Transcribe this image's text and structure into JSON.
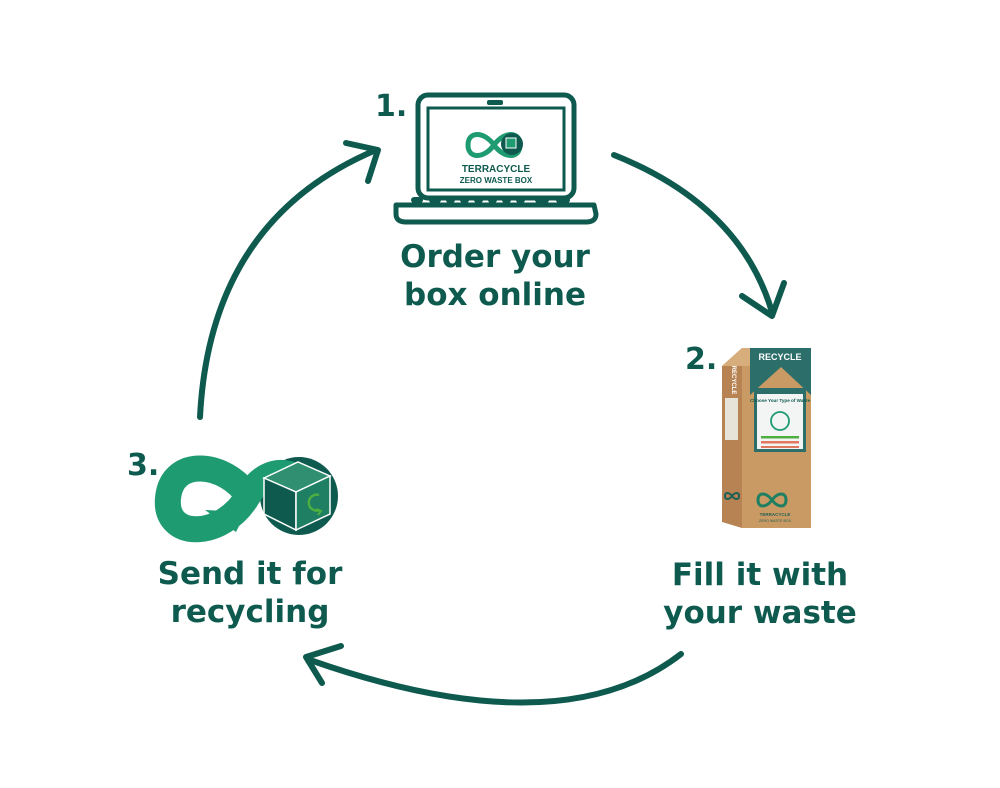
{
  "colors": {
    "primary": "#0e5a4f",
    "logo_green": "#1f9b72",
    "box_kraft": "#c99a63",
    "box_teal": "#2c6f6a",
    "accent_green": "#4caf3f"
  },
  "steps": [
    {
      "number": "1.",
      "caption_lines": [
        "Order your",
        "box online"
      ],
      "illustration": "laptop-icon",
      "screen_logo_lines": [
        "TERRACYCLE",
        "ZERO WASTE BOX"
      ]
    },
    {
      "number": "2.",
      "caption_lines": [
        "Fill it with",
        "your waste"
      ],
      "illustration": "recycle-box-image",
      "box_texts": {
        "top_label": "RECYCLE",
        "side_label": "RECYCLE",
        "panel_title": "Choose Your Type of Waste",
        "brand_lines": [
          "TERRACYCLE",
          "ZERO WASTE BOX"
        ]
      }
    },
    {
      "number": "3.",
      "caption_lines": [
        "Send it for",
        "recycling"
      ],
      "illustration": "terracycle-logo-icon"
    }
  ],
  "arrows": [
    {
      "from": "1",
      "to": "2",
      "icon": "arrow-icon"
    },
    {
      "from": "2",
      "to": "3",
      "icon": "arrow-icon"
    },
    {
      "from": "3",
      "to": "1",
      "icon": "arrow-icon"
    }
  ]
}
